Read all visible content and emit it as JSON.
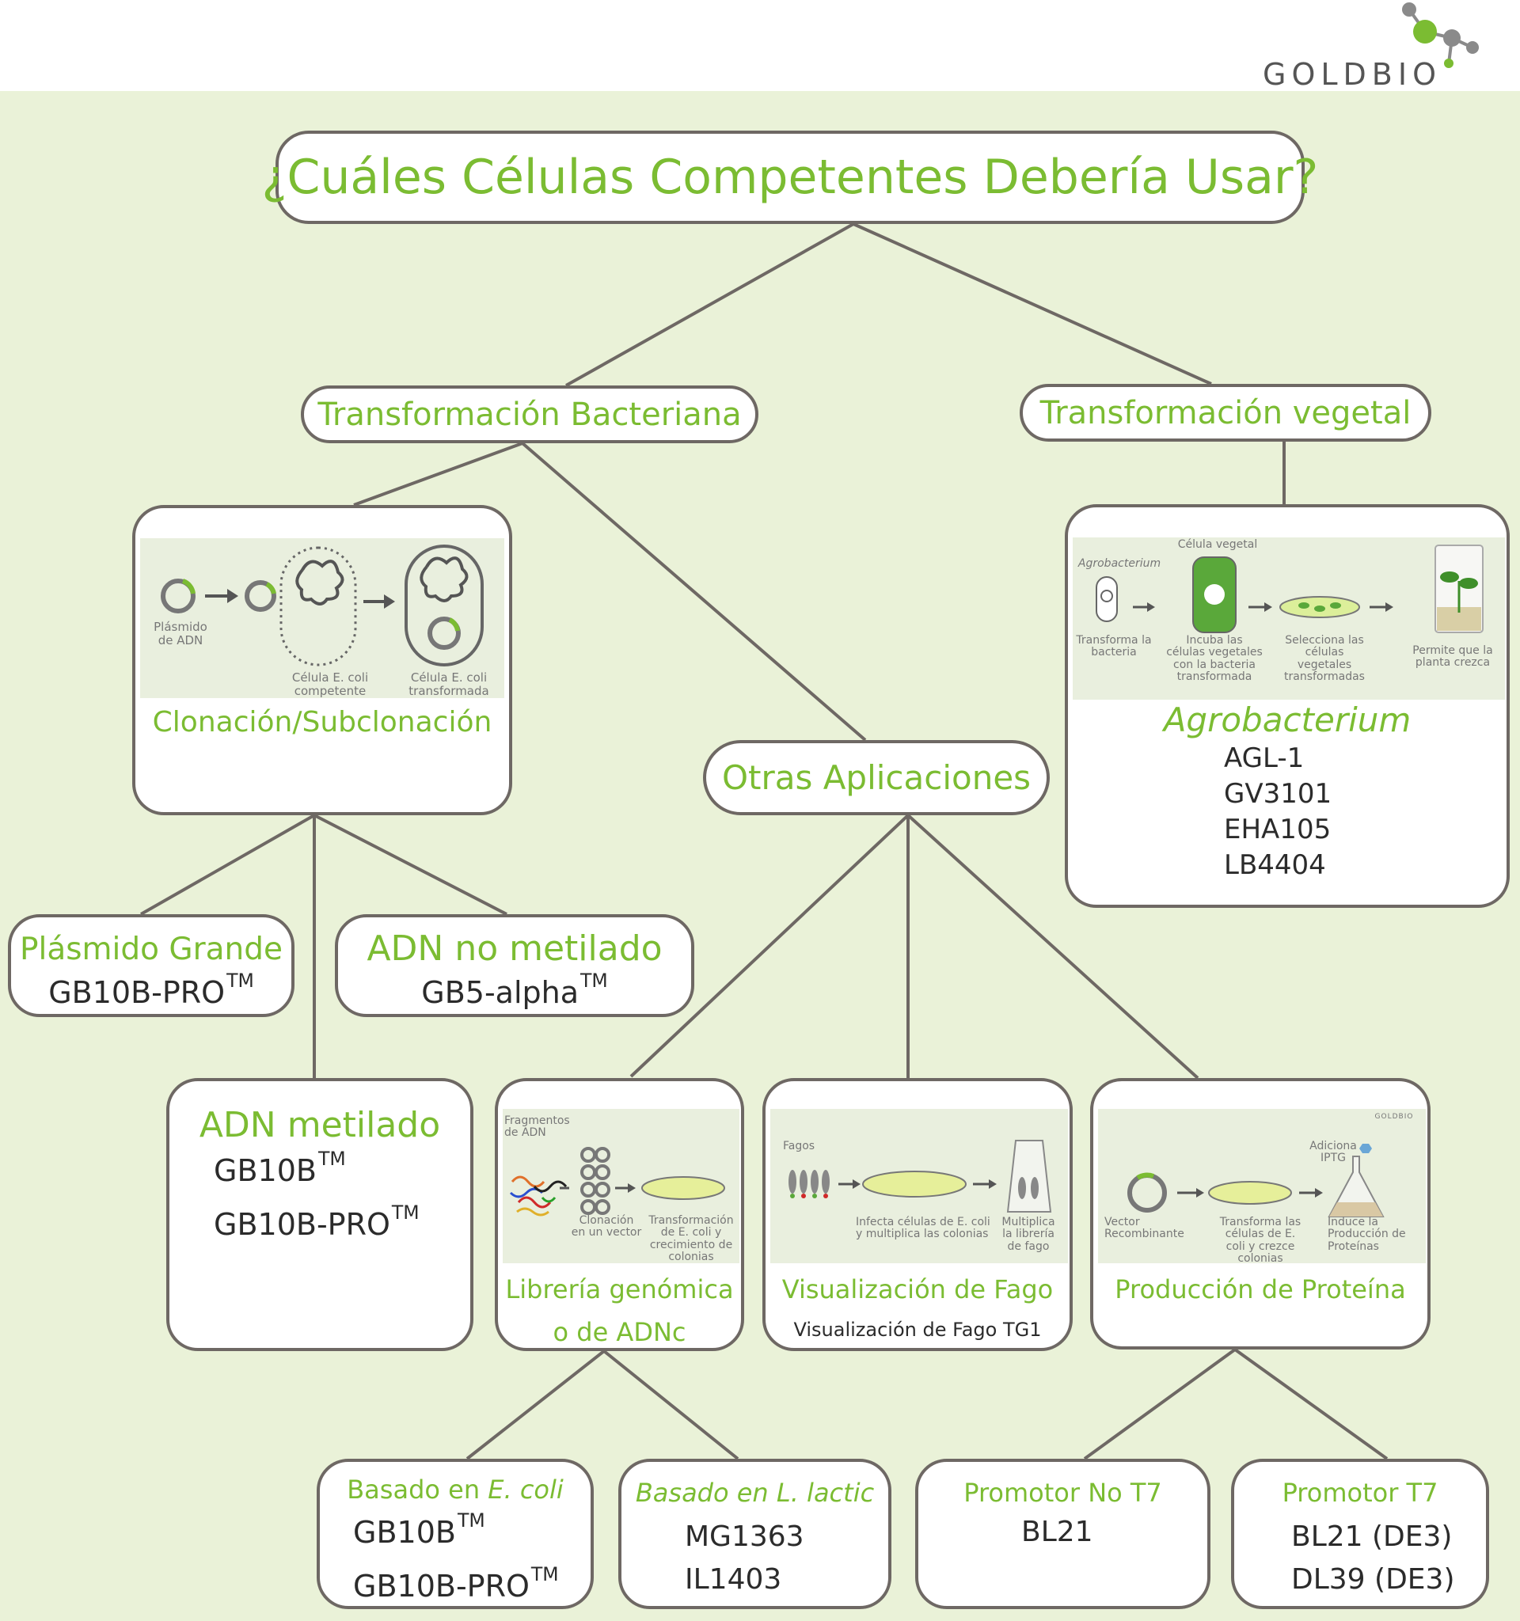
{
  "logo": {
    "text": "GOLDBIO"
  },
  "title": "¿Cuáles Células Competentes Debería Usar?",
  "bacterial": {
    "label": "Transformación Bacteriana"
  },
  "plant": {
    "label": "Transformación vegetal"
  },
  "cloning": {
    "label": "Clonación/Subclonación",
    "cap_plasmid": "Plásmido de ADN",
    "cap_competent": "Célula E. coli competente",
    "cap_transformed": "Célula E. coli transformada"
  },
  "other": {
    "label": "Otras Aplicaciones"
  },
  "agro": {
    "title": "Agrobacterium",
    "strains": [
      "AGL-1",
      "GV3101",
      "EHA105",
      "LB4404"
    ],
    "cap_agro": "Agrobacterium",
    "cap_cell": "Célula vegetal",
    "cap1": "Transforma la bacteria",
    "cap2": "Incuba las células vegetales con la bacteria transformada",
    "cap3": "Selecciona las células vegetales transformadas",
    "cap4": "Permite que la planta crezca"
  },
  "large_plasmid": {
    "title": "Plásmido Grande",
    "strain": "GB10B-PRO",
    "tm": "TM"
  },
  "unmethylated": {
    "title": "ADN no metilado",
    "strain": "GB5-alpha",
    "tm": "TM"
  },
  "methylated": {
    "title": "ADN metilado",
    "strain1": "GB10B",
    "strain2": "GB10B-PRO",
    "tm": "TM"
  },
  "library": {
    "title_line1": "Librería genómica",
    "title_line2": "o de ADNc",
    "cap1": "Fragmentos de ADN",
    "cap2": "Clonación en un vector",
    "cap3": "Transformación de E. coli y crecimiento de colonias"
  },
  "phage": {
    "title": "Visualización de Fago",
    "strain": "Visualización de Fago TG1",
    "cap1": "Fagos",
    "cap2": "Infecta células de E. coli y multiplica las colonias",
    "cap3": "Multiplica la librería de fago"
  },
  "protein": {
    "title": "Producción de Proteína",
    "cap1": "Vector Recombinante",
    "cap2": "Transforma las células de E. coli y crezce colonias",
    "cap3": "Induce la Producción de Proteínas",
    "cap4": "Adiciona IPTG",
    "mini_logo": "GOLDBIO"
  },
  "ecoli_based": {
    "title_prefix": "Basado en ",
    "title_italic": "E. coli",
    "strain1": "GB10B",
    "strain2": "GB10B-PRO",
    "tm": "TM"
  },
  "lactic_based": {
    "title": "Basado en L. lactic",
    "strain1": "MG1363",
    "strain2": "IL1403"
  },
  "non_t7": {
    "title": "Promotor No T7",
    "strain": "BL21"
  },
  "t7": {
    "title": "Promotor T7",
    "strain1": "BL21 (DE3)",
    "strain2": "DL39 (DE3)"
  },
  "colors": {
    "green": "#7bbc32",
    "background": "#eaf2d8",
    "border": "#6e6864"
  }
}
